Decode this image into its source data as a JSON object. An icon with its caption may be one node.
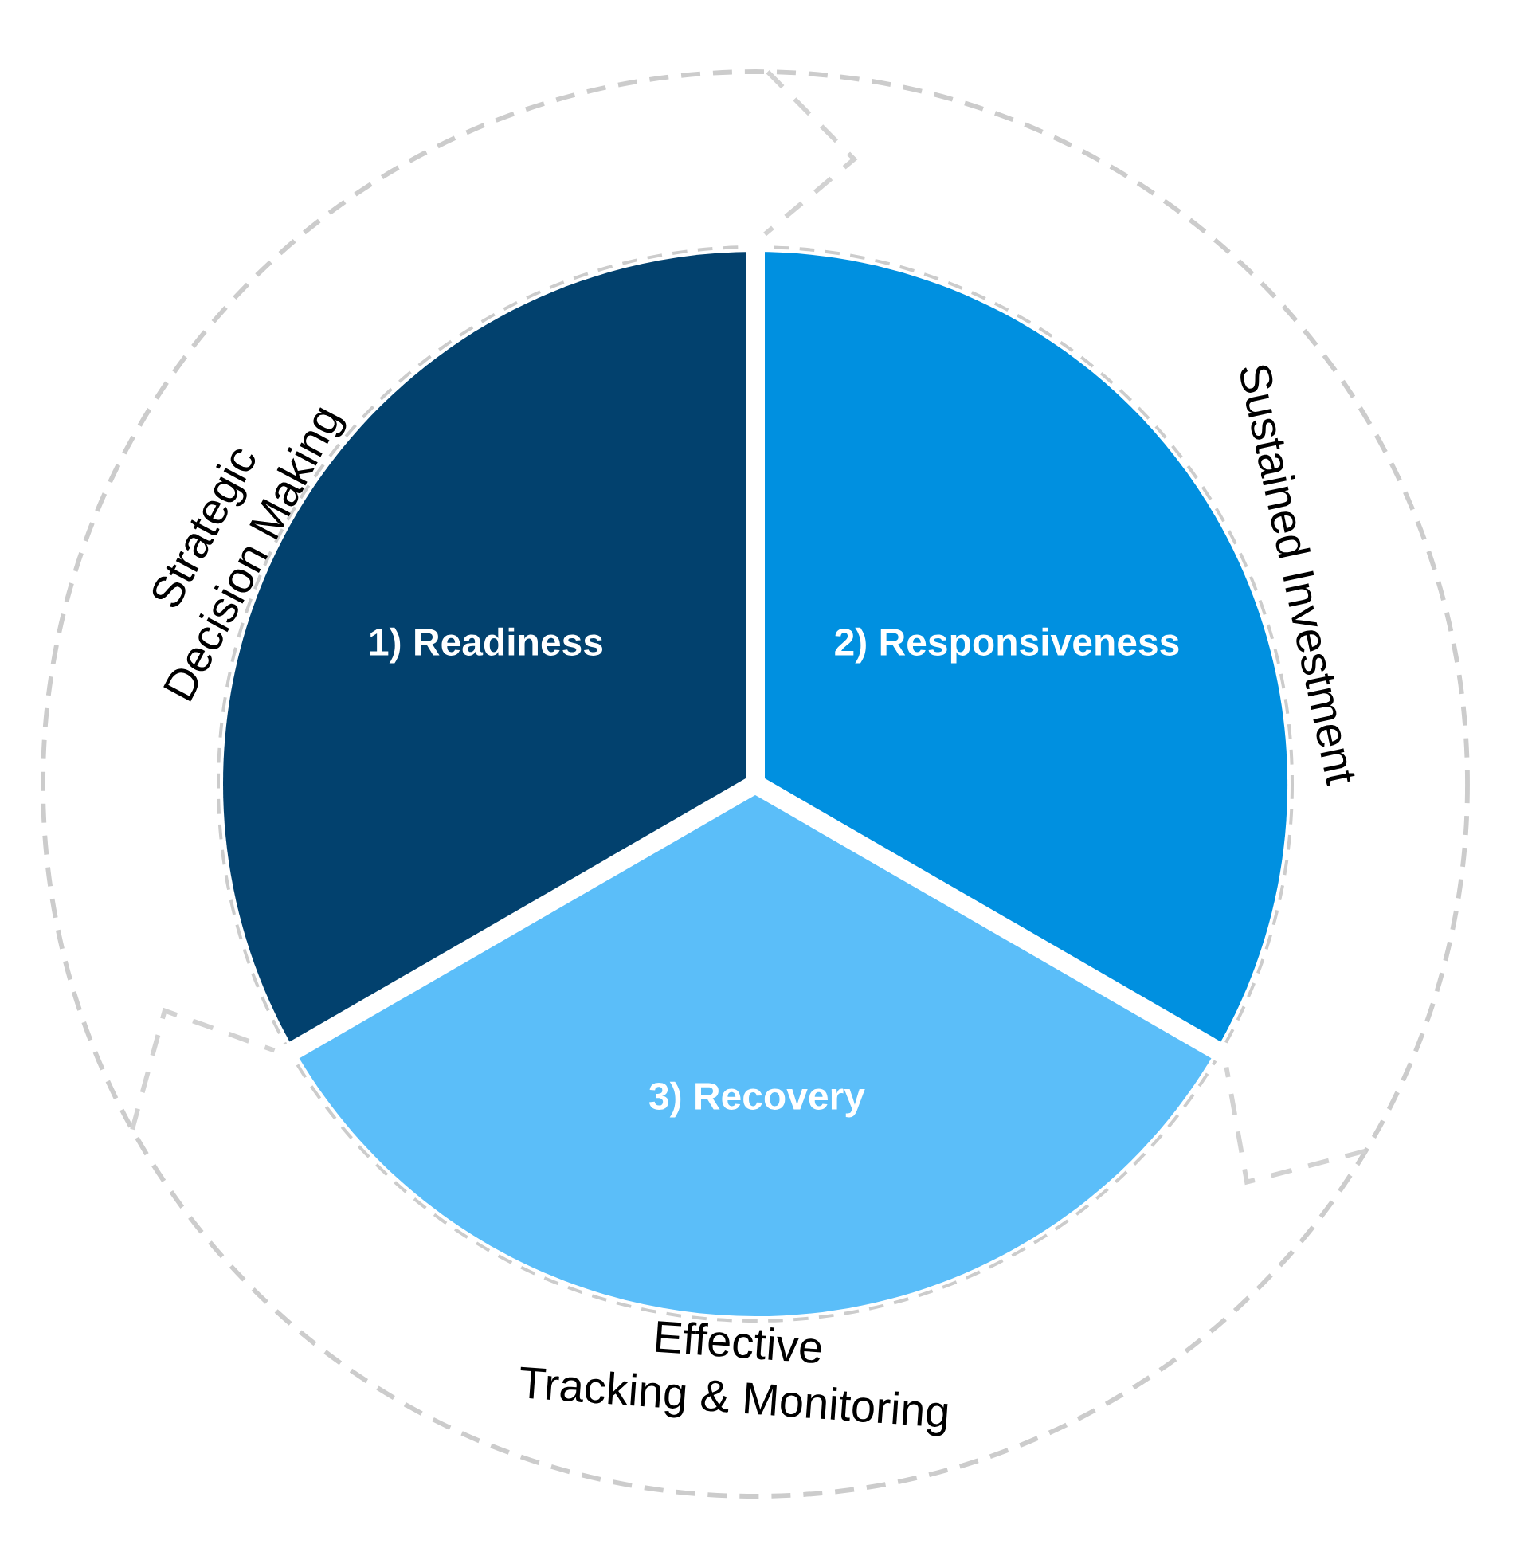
{
  "diagram": {
    "nodes": [
      {
        "text": [
          "1) Readiness"
        ]
      },
      {
        "text": [
          "2) Responsiveness"
        ]
      },
      {
        "text": [
          "3) Recovery"
        ]
      }
    ],
    "labels": [
      "Strategic Decision Making",
      "Sustained Investment",
      "Effective Tracking & Monitoring"
    ]
  }
}
